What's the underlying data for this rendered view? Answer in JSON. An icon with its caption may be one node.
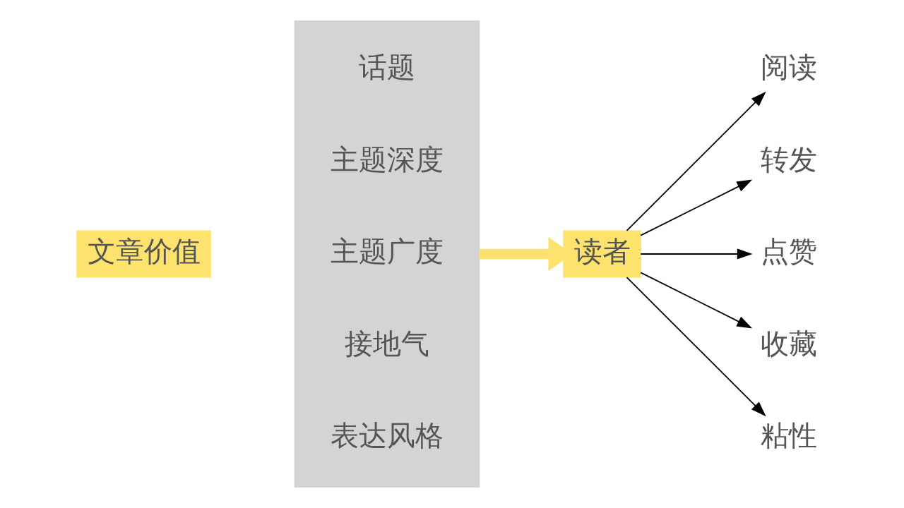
{
  "diagram": {
    "nodes": [
      {
        "text": [
          "文章价值"
        ]
      },
      {
        "text": [],
        "shape": "box"
      },
      {
        "text": [
          "话题"
        ],
        "in": 1
      },
      {
        "text": [
          "主题深度"
        ],
        "in": 1
      },
      {
        "text": [
          "主题广度"
        ],
        "in": 1
      },
      {
        "text": [
          "接地气"
        ],
        "in": 1
      },
      {
        "text": [
          "表达风格"
        ],
        "in": 1
      },
      {
        "text": [
          "读者"
        ]
      },
      {
        "text": [
          "阅读"
        ]
      },
      {
        "text": [
          "转发"
        ]
      },
      {
        "text": [
          "点赞"
        ]
      },
      {
        "text": [
          "收藏"
        ]
      },
      {
        "text": [
          "粘性"
        ]
      }
    ],
    "edges": [
      {
        "from": 1,
        "to": 7,
        "arrow": "to",
        "style": "thick",
        "color": "#fde26e"
      },
      {
        "from": 7,
        "to": 8,
        "arrow": "to"
      },
      {
        "from": 7,
        "to": 9,
        "arrow": "to"
      },
      {
        "from": 7,
        "to": 10,
        "arrow": "to"
      },
      {
        "from": 7,
        "to": 11,
        "arrow": "to"
      },
      {
        "from": 7,
        "to": 12,
        "arrow": "to"
      }
    ]
  }
}
